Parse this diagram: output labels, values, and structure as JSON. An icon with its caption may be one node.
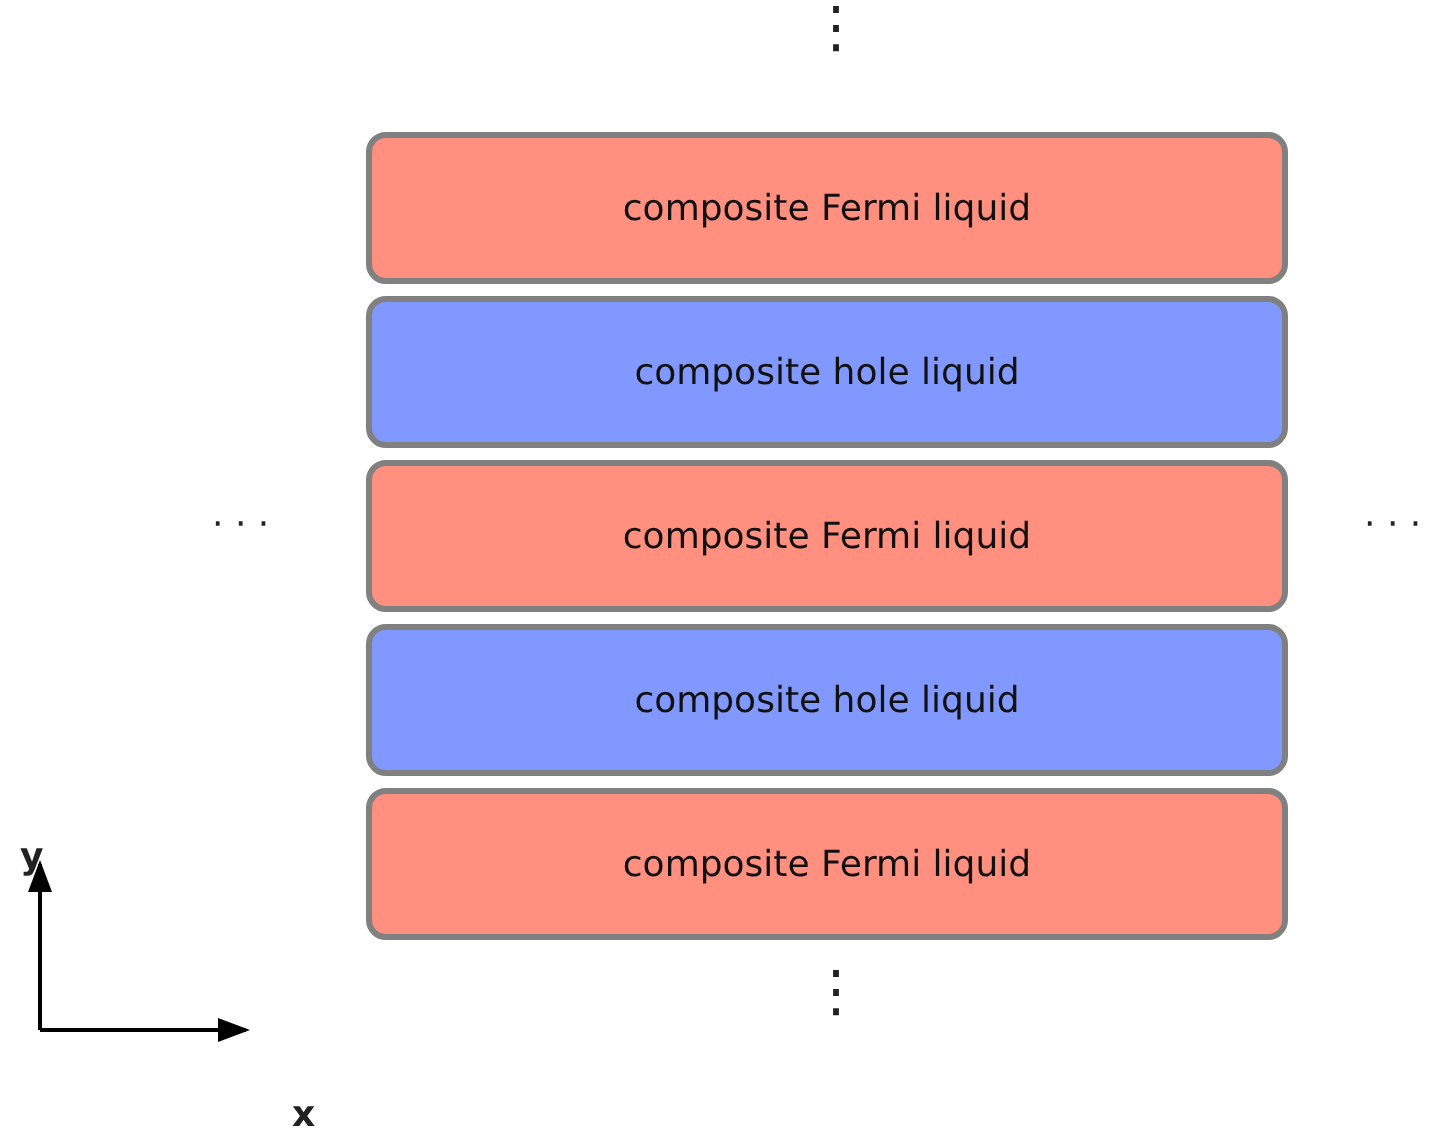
{
  "diagram": {
    "nodes": [
      {
        "text": [
          "composite Fermi liquid"
        ]
      },
      {
        "text": [
          "composite hole liquid"
        ]
      },
      {
        "text": [
          "composite Fermi liquid"
        ]
      },
      {
        "text": [
          "composite hole liquid"
        ]
      },
      {
        "text": [
          "composite Fermi liquid"
        ]
      }
    ],
    "labels": [
      "⋮",
      "· · ·",
      "· · ·",
      "⋮",
      "y",
      "x"
    ]
  }
}
